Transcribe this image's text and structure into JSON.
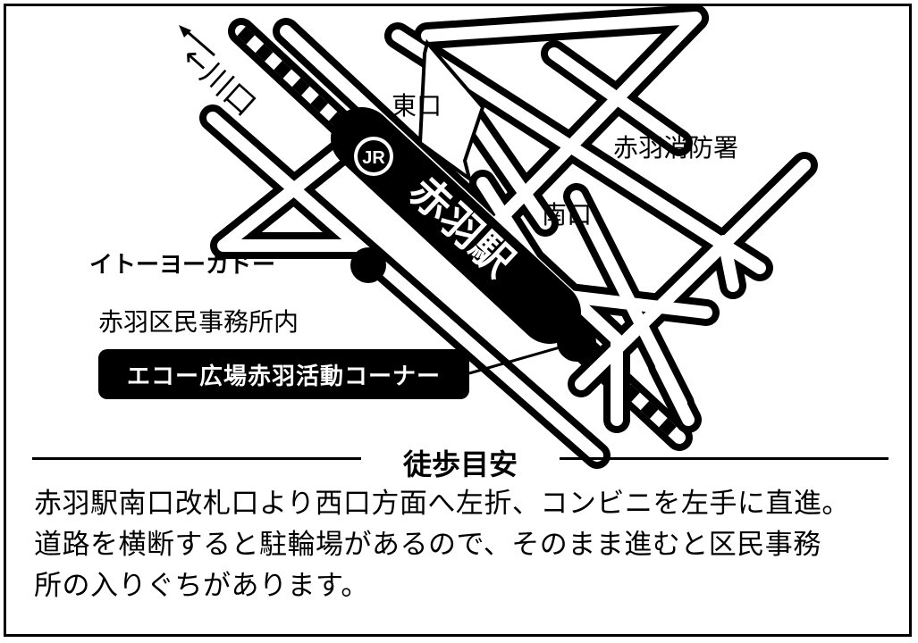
{
  "map": {
    "direction_label": "←川口",
    "east_exit_label": "東口",
    "south_exit_label": "南口",
    "fire_station_label": "赤羽消防署",
    "jr_logo_text": "JR",
    "station_name": "赤羽駅",
    "ito_yokado_label": "イトーヨーカドー",
    "office_label": "赤羽区民事務所内",
    "callout_label": "エコー広場赤羽活動コーナー"
  },
  "guide": {
    "title": "徒歩目安",
    "lines": [
      "赤羽駅南口改札口より西口方面へ左折、コンビニを左手に直進。",
      "道路を横断すると駐輪場があるので、そのまま進むと区民事務",
      "所の入りぐちがあります。"
    ]
  }
}
